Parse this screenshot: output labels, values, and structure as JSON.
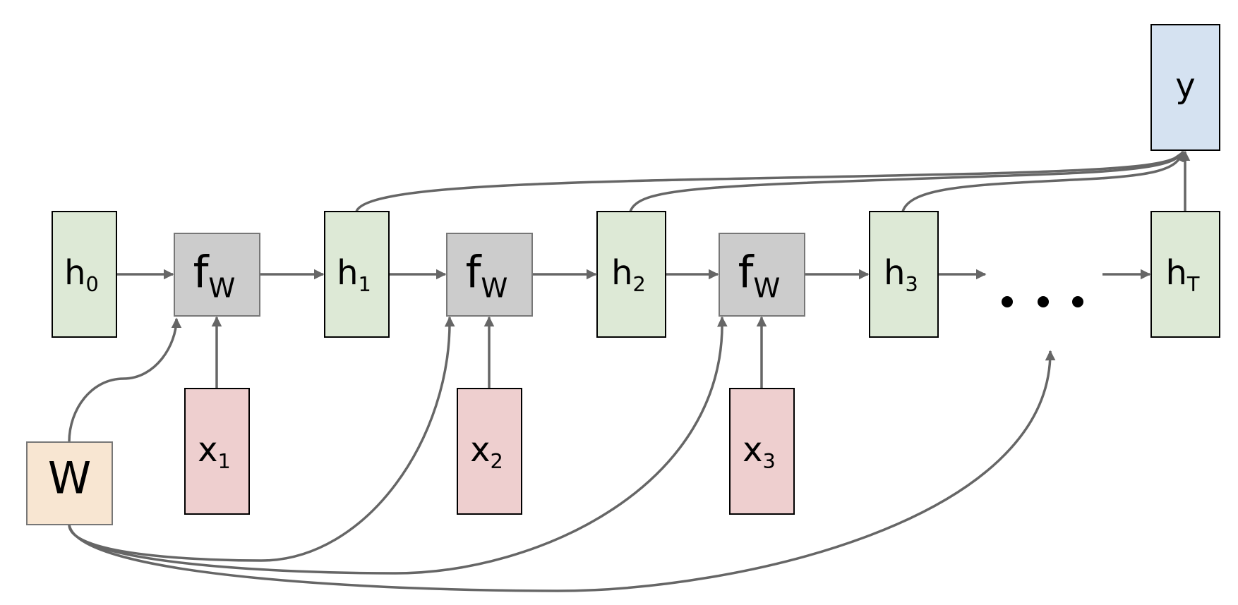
{
  "diagram": {
    "title": "Recurrent neural network computational graph (many-to-one, shared weights W)",
    "colors": {
      "hidden_fill": "#dde9d6",
      "hidden_stroke": "#000000",
      "func_fill": "#cccccc",
      "func_stroke": "#777777",
      "input_fill": "#eecfcf",
      "input_stroke": "#000000",
      "weight_fill": "#f8e6d2",
      "weight_stroke": "#777777",
      "output_fill": "#d5e2f1",
      "output_stroke": "#000000",
      "edge": "#666666"
    },
    "nodes": [
      {
        "id": "h0",
        "kind": "hidden",
        "base": "h",
        "sub": "0"
      },
      {
        "id": "fw1",
        "kind": "func",
        "base": "f",
        "sub": "W"
      },
      {
        "id": "h1",
        "kind": "hidden",
        "base": "h",
        "sub": "1"
      },
      {
        "id": "fw2",
        "kind": "func",
        "base": "f",
        "sub": "W"
      },
      {
        "id": "h2",
        "kind": "hidden",
        "base": "h",
        "sub": "2"
      },
      {
        "id": "fw3",
        "kind": "func",
        "base": "f",
        "sub": "W"
      },
      {
        "id": "h3",
        "kind": "hidden",
        "base": "h",
        "sub": "3"
      },
      {
        "id": "hT",
        "kind": "hidden",
        "base": "h",
        "sub": "T"
      },
      {
        "id": "x1",
        "kind": "input",
        "base": "x",
        "sub": "1"
      },
      {
        "id": "x2",
        "kind": "input",
        "base": "x",
        "sub": "2"
      },
      {
        "id": "x3",
        "kind": "input",
        "base": "x",
        "sub": "3"
      },
      {
        "id": "W",
        "kind": "weight",
        "base": "W",
        "sub": ""
      },
      {
        "id": "y",
        "kind": "output",
        "base": "y",
        "sub": ""
      }
    ],
    "ellipsis": "• • •",
    "edges": [
      {
        "from": "h0",
        "to": "fw1"
      },
      {
        "from": "fw1",
        "to": "h1"
      },
      {
        "from": "h1",
        "to": "fw2"
      },
      {
        "from": "fw2",
        "to": "h2"
      },
      {
        "from": "h2",
        "to": "fw3"
      },
      {
        "from": "fw3",
        "to": "h3"
      },
      {
        "from": "h3",
        "to": "ellipsis"
      },
      {
        "from": "ellipsis",
        "to": "hT"
      },
      {
        "from": "x1",
        "to": "fw1"
      },
      {
        "from": "x2",
        "to": "fw2"
      },
      {
        "from": "x3",
        "to": "fw3"
      },
      {
        "from": "W",
        "to": "fw1"
      },
      {
        "from": "W",
        "to": "fw2"
      },
      {
        "from": "W",
        "to": "fw3"
      },
      {
        "from": "W",
        "to": "ellipsis"
      },
      {
        "from": "h1",
        "to": "y"
      },
      {
        "from": "h2",
        "to": "y"
      },
      {
        "from": "h3",
        "to": "y"
      },
      {
        "from": "hT",
        "to": "y"
      }
    ]
  }
}
